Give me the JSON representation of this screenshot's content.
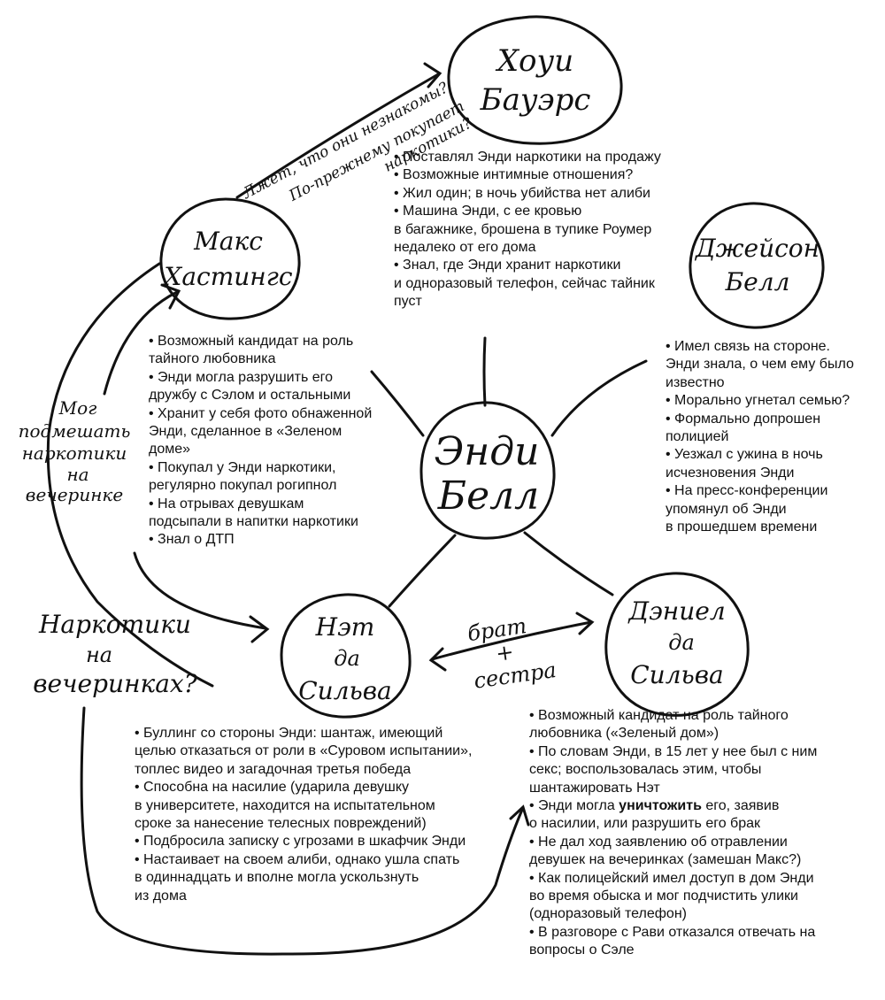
{
  "nodes": {
    "hogi": [
      "Хоуи",
      "Бауэрс"
    ],
    "jason": [
      "Джейсон",
      "Белл"
    ],
    "max": [
      "Макс",
      "Хастингс"
    ],
    "andie": [
      "Энди",
      "Белл"
    ],
    "nat": [
      "Нэт",
      "да",
      "Сильва"
    ],
    "daniel": [
      "Дэниел",
      "да",
      "Сильва"
    ]
  },
  "annotations": {
    "max_hogi": [
      "Лжет, что они незнакомы?",
      "По-прежнему покупает",
      "наркотики?"
    ],
    "max_nat": [
      "Мог",
      "подмешать",
      "наркотики",
      "на",
      "вечеринке"
    ],
    "party": [
      "Наркотики",
      "на",
      "вечеринках?"
    ],
    "siblings": [
      "брат",
      "+",
      "сестра"
    ]
  },
  "notes": {
    "hogi": [
      "Поставлял Энди наркотики на продажу",
      "Возможные интимные отношения?",
      "Жил один; в ночь убийства нет алиби",
      "Машина Энди, с ее кровью\nв багажнике, брошена в тупике Роумер\nнедалеко от его дома",
      "Знал, где Энди хранит наркотики\nи одноразовый телефон, сейчас тайник\nпуст"
    ],
    "max": [
      "Возможный кандидат на роль\nтайного любовника",
      "Энди могла разрушить его\nдружбу с Сэлом и остальными",
      "Хранит у себя фото обнаженной\nЭнди, сделанное в «Зеленом\nдоме»",
      "Покупал у Энди наркотики,\nрегулярно покупал рогипнол",
      "На отрывах девушкам\nподсыпали в напитки наркотики",
      "Знал о ДТП"
    ],
    "jason": [
      "Имел связь на стороне.\nЭнди знала, о чем ему было\nизвестно",
      "Морально угнетал семью?",
      "Формально допрошен\nполицией",
      "Уезжал с ужина в ночь\nисчезновения Энди",
      "На пресс-конференции\nупомянул об Энди\nв прошедшем времени"
    ],
    "nat": [
      "Буллинг со стороны Энди: шантаж, имеющий\nцелью отказаться от роли в «Суровом испытании»,\nтоплес видео и загадочная третья победа",
      "Способна на насилие (ударила девушку\nв университете, находится на испытательном\nсроке за нанесение телесных повреждений)",
      "Подбросила записку с угрозами в шкафчик Энди",
      "Настаивает на своем алиби, однако ушла спать\nв одиннадцать и вполне могла ускользнуть\nиз дома"
    ],
    "daniel_before_bold": [
      "Возможный кандидат на роль тайного\nлюбовника («Зеленый дом»)",
      "По словам Энди, в 15 лет у нее был с ним\nсекс; воспользовалась этим, чтобы\nшантажировать Нэт"
    ],
    "daniel_bold_item": {
      "pre": "Энди могла ",
      "bold": "уничтожить",
      "post": " его, заявив\nо насилии, или разрушить его брак"
    },
    "daniel_after_bold": [
      "Не дал ход заявлению об отравлении\nдевушек на вечеринках (замешан Макс?)",
      "Как полицейский имел доступ в дом Энди\nво время обыска и мог подчистить улики\n(одноразовый телефон)",
      "В разговоре с Рави отказался отвечать на\nвопросы о Сэле"
    ]
  }
}
